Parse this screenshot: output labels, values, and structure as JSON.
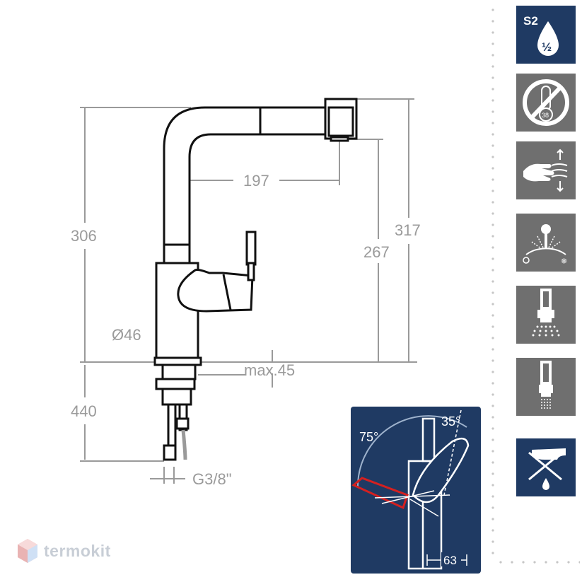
{
  "dimensions": {
    "height_total": "306",
    "reach": "197",
    "height_outlet": "267",
    "height_spout": "317",
    "base_diameter": "Ø46",
    "max_thickness": "max.45",
    "hose_length": "440",
    "thread": "G3/8\""
  },
  "inset": {
    "angle_left": "75°",
    "angle_right": "35°",
    "width": "63",
    "bg_color": "#1f3a63",
    "highlight_color": "#d42020"
  },
  "icons": [
    {
      "name": "s2-half-drop-icon",
      "label": "S2",
      "sub": "½"
    },
    {
      "name": "no-thermometer-icon",
      "label": "38"
    },
    {
      "name": "hand-wave-sensor-icon"
    },
    {
      "name": "shower-hot-cold-icon"
    },
    {
      "name": "pull-out-spray-icon"
    },
    {
      "name": "aerator-stream-icon"
    },
    {
      "name": "no-drip-faucet-icon"
    }
  ],
  "icon_colors": {
    "blue": "#1f3a63",
    "grey": "#6f6f6f"
  },
  "brand": {
    "name": "termokit"
  }
}
